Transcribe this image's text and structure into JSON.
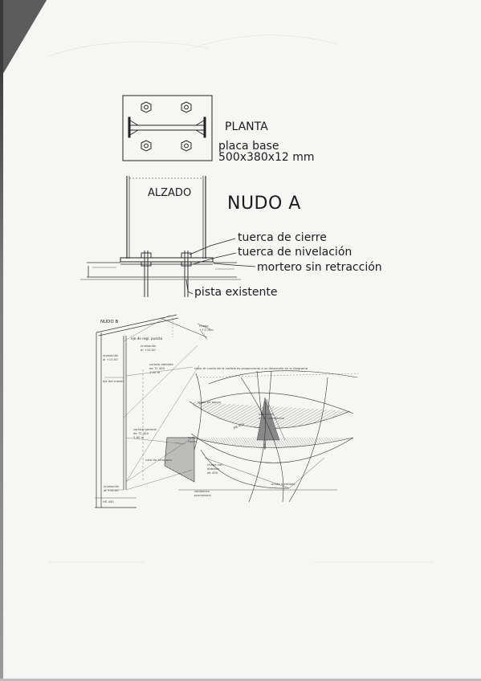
{
  "nudo_a": {
    "title": "NUDO A",
    "planta": "PLANTA",
    "placa_line1": "placa base",
    "placa_line2": "500x380x12 mm",
    "alzado": "ALZADO",
    "tuerca_cierre": "tuerca de cierre",
    "tuerca_nivelacion": "tuerca de nivelación",
    "mortero": "mortero sin retracción",
    "pista": "pista existente"
  },
  "nudo_b": {
    "title": "NUDO B",
    "labels": {
      "cable_top": "eje de regl. puesta",
      "nivelacion_top": "nivelación\nal +10.00",
      "nivelacion_left": "nivelación\nal +11.00",
      "chapa": "chapa\n+7.5 mm",
      "cartela_dobla": "cartela doblada\nde T1 450\n1.20 m",
      "mastil": "eje del mástil",
      "nota": "nota: el cuello de la cartela es proporcional a su desarrollo en el diagrama",
      "plano": "plano de apoyo",
      "nivelacion_mid": "nivelación\nal +7 plataforma",
      "ipe_450": "IPE 450",
      "cartela_general": "cartela general\nde T1 450\n2.60 m",
      "cota_arranque": "cota de arranque",
      "nudo_rigido": "nudo\nrígido",
      "chapa_soldada": "chapa con\ndoblado\nde 450",
      "nivelacion_bottom": "nivelación\nal +10.00",
      "soldadura": "soldadura\nprovisional",
      "arista": "arista ventilada",
      "he450": "HE 450"
    }
  },
  "colors": {
    "paper": "#f6f6f4",
    "ink": "#1c1c1c",
    "hatch": "#555555"
  }
}
